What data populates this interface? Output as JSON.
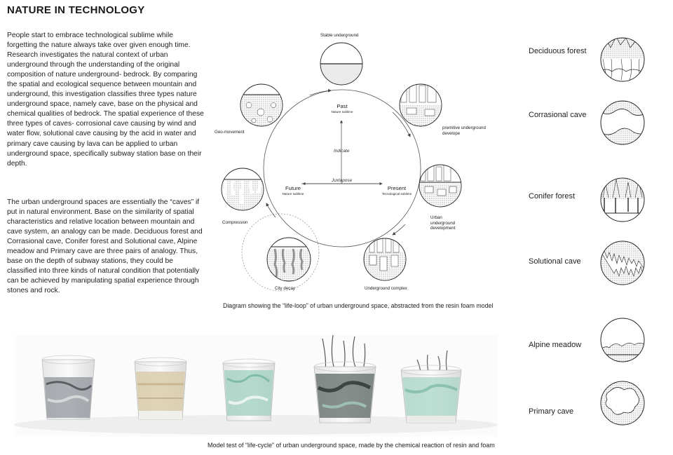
{
  "title": "NATURE IN TECHNOLOGY",
  "paragraphs": [
    "People start to embrace technological sublime while forgetting the nature always take over given enough time. Research investigates the natural context of urban underground through the understanding of the original composition of nature underground- bedrock. By comparing the spatial and ecological sequence between mountain and underground, this investigation classifies three types nature underground space, namely cave, base on the physical and chemical qualities of bedrock. The spatial experience of these three types of caves- corrosional cave causing by wind and water flow, solutional cave causing by the acid in water and primary cave causing by lava can be applied to urban underground space, specifically subway station base on their depth.",
    "The urban underground spaces are essentially the “caves” if put in natural environment. Base on the similarity of spatial characteristics and relative location between mountain and cave system, an analogy can be made. Deciduous forest and Corrasional cave, Conifer forest and Solutional cave, Alpine meadow and Primary cave are three pairs of analogy. Thus, base on the depth of subway stations, they could be classified into three kinds of natural condition that potentially can be achieved by manipulating spatial experience through stones and rock."
  ],
  "diagram": {
    "stages": {
      "stable": "Stable underground",
      "primitive": "premitive underground develope",
      "urban_dev": "Urban underground development",
      "complex": "Underground complex",
      "decay": "City decay",
      "compression": "Compression",
      "geo": "Geo-movement"
    },
    "center": {
      "past": "Past",
      "past_sub": "Nature sublime",
      "present": "Present",
      "present_sub": "Tecnological sublime",
      "future": "Future",
      "future_sub": "Nature sublime",
      "indicate": "Indicate",
      "juxtapose": "Juxtapose"
    },
    "caption": "Diagram showing the “life-loop” of urban underground space, abstracted from the resin foam model"
  },
  "model_caption": "Model test of “life-cycle” of urban underground space, made by the chemical reaction of resin and foam",
  "analogies": [
    "Deciduous forest",
    "Corrasional cave",
    "Conifer forest",
    "Solutional cave",
    "Alpine meadow",
    "Primary cave"
  ],
  "colors": {
    "ink": "#1a1a1a",
    "dot_fill": "#c8c8c8",
    "resin_green": "#9fcfbf"
  }
}
